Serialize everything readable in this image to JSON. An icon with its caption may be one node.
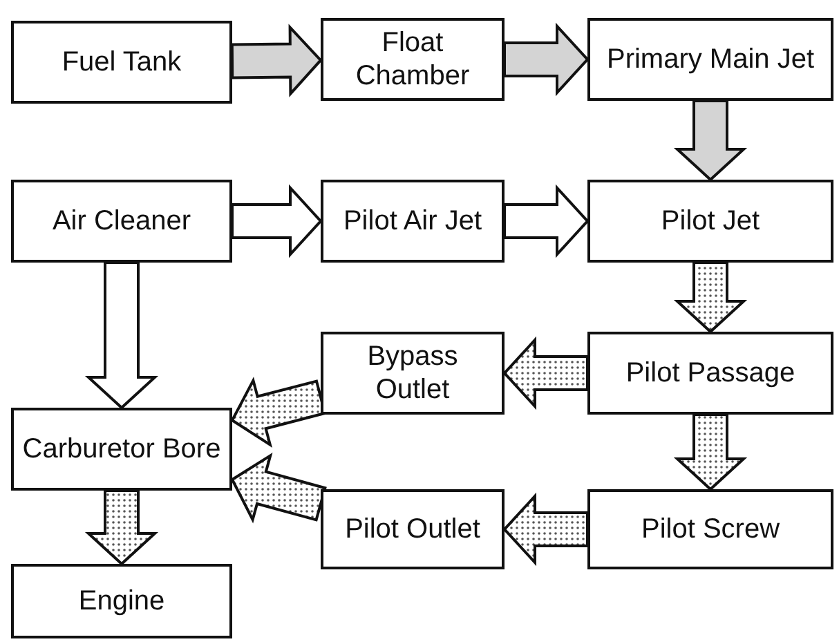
{
  "diagram": {
    "nodes": [
      {
        "text": [
          "Fuel Tank"
        ]
      },
      {
        "text": [
          "Float Chamber"
        ]
      },
      {
        "text": [
          "Primary Main Jet"
        ]
      },
      {
        "text": [
          "Air Cleaner"
        ]
      },
      {
        "text": [
          "Pilot Air Jet"
        ]
      },
      {
        "text": [
          "Pilot Jet"
        ]
      },
      {
        "text": [
          "Bypass Outlet"
        ]
      },
      {
        "text": [
          "Pilot Passage"
        ]
      },
      {
        "text": [
          "Carburetor Bore"
        ]
      },
      {
        "text": [
          "Pilot Outlet"
        ]
      },
      {
        "text": [
          "Pilot Screw"
        ]
      },
      {
        "text": [
          "Engine"
        ]
      }
    ],
    "edges": [
      {
        "from": 0,
        "to": 1,
        "arrow": "to",
        "color": "#d4d4d4"
      },
      {
        "from": 1,
        "to": 2,
        "arrow": "to",
        "color": "#d4d4d4"
      },
      {
        "from": 2,
        "to": 5,
        "arrow": "to",
        "color": "#d4d4d4"
      },
      {
        "from": 3,
        "to": 4,
        "arrow": "to",
        "color": "#ffffff"
      },
      {
        "from": 4,
        "to": 5,
        "arrow": "to",
        "color": "#ffffff"
      },
      {
        "from": 3,
        "to": 8,
        "arrow": "to",
        "color": "#ffffff"
      },
      {
        "from": 5,
        "to": 7,
        "arrow": "to"
      },
      {
        "from": 7,
        "to": 6,
        "arrow": "to"
      },
      {
        "from": 6,
        "to": 8,
        "arrow": "to"
      },
      {
        "from": 7,
        "to": 10,
        "arrow": "to"
      },
      {
        "from": 10,
        "to": 9,
        "arrow": "to"
      },
      {
        "from": 9,
        "to": 8,
        "arrow": "to"
      },
      {
        "from": 8,
        "to": 11,
        "arrow": "to"
      }
    ]
  }
}
